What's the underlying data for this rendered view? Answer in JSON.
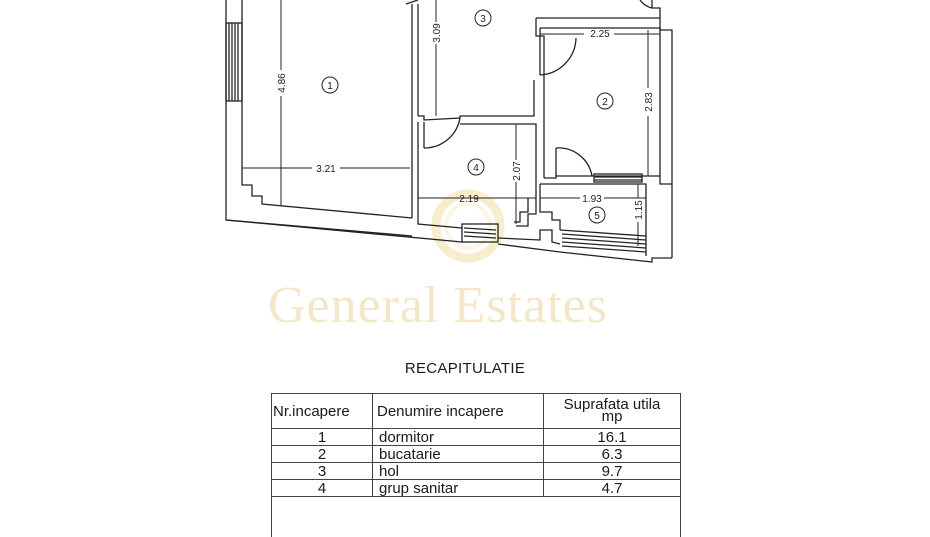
{
  "plan": {
    "rooms": [
      {
        "id": "1",
        "label": "1"
      },
      {
        "id": "2",
        "label": "2"
      },
      {
        "id": "3",
        "label": "3"
      },
      {
        "id": "4",
        "label": "4"
      },
      {
        "id": "5",
        "label": "5"
      }
    ],
    "dimensions": {
      "room1_height": "4.86",
      "room1_width": "3.21",
      "room3_height": "3.09",
      "room2_width": "2.25",
      "room2_height": "2.83",
      "room4_height": "2.07",
      "room4_width": "2.19",
      "room5_width": "1.93",
      "room5_height": "1.15"
    }
  },
  "watermark": {
    "text": "General Estates",
    "color": "#f1e3bf"
  },
  "recap": {
    "title": "RECAPITULATIE",
    "headers": {
      "nr": "Nr.incapere",
      "name": "Denumire incapere",
      "area_line1": "Suprafata utila",
      "area_line2": "mp"
    },
    "rows": [
      {
        "nr": "1",
        "name": "dormitor",
        "area": "16.1"
      },
      {
        "nr": "2",
        "name": "bucatarie",
        "area": "6.3"
      },
      {
        "nr": "3",
        "name": "hol",
        "area": "9.7"
      },
      {
        "nr": "4",
        "name": "grup sanitar",
        "area": "4.7"
      }
    ]
  }
}
